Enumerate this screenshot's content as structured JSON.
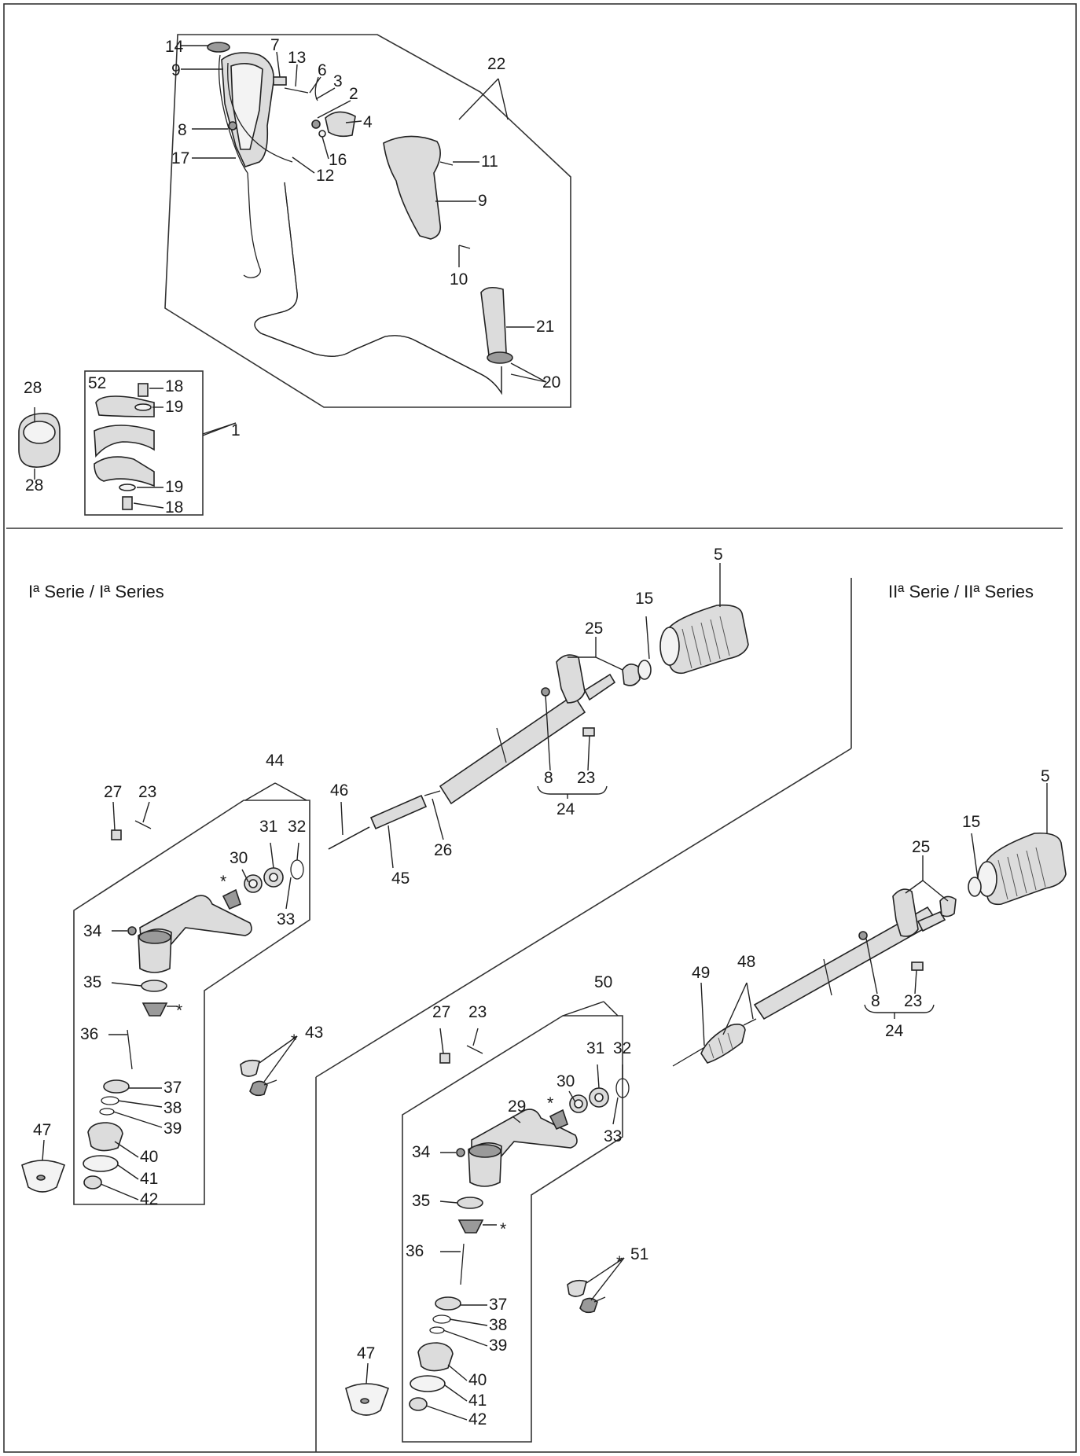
{
  "series": {
    "first": "Iª Serie / Iª Series",
    "second": "IIª Serie / IIª Series"
  },
  "callouts": [
    {
      "id": "c14a",
      "text": "14"
    },
    {
      "id": "c9a",
      "text": "9"
    },
    {
      "id": "c7",
      "text": "7"
    },
    {
      "id": "c13",
      "text": "13"
    },
    {
      "id": "c6",
      "text": "6"
    },
    {
      "id": "c3",
      "text": "3"
    },
    {
      "id": "c2",
      "text": "2"
    },
    {
      "id": "c22",
      "text": "22"
    },
    {
      "id": "c4",
      "text": "4"
    },
    {
      "id": "c8a",
      "text": "8"
    },
    {
      "id": "c17",
      "text": "17"
    },
    {
      "id": "c16",
      "text": "16"
    },
    {
      "id": "c12",
      "text": "12"
    },
    {
      "id": "c11",
      "text": "11"
    },
    {
      "id": "c9b",
      "text": "9"
    },
    {
      "id": "c10",
      "text": "10"
    },
    {
      "id": "c21",
      "text": "21"
    },
    {
      "id": "c20",
      "text": "20"
    },
    {
      "id": "c28a",
      "text": "28"
    },
    {
      "id": "c28b",
      "text": "28"
    },
    {
      "id": "c52",
      "text": "52"
    },
    {
      "id": "c18a",
      "text": "18"
    },
    {
      "id": "c19a",
      "text": "19"
    },
    {
      "id": "c1",
      "text": "1"
    },
    {
      "id": "c19b",
      "text": "19"
    },
    {
      "id": "c18b",
      "text": "18"
    },
    {
      "id": "c5a",
      "text": "5"
    },
    {
      "id": "c15a",
      "text": "15"
    },
    {
      "id": "c25a",
      "text": "25"
    },
    {
      "id": "c8b",
      "text": "8"
    },
    {
      "id": "c23a",
      "text": "23"
    },
    {
      "id": "c24a",
      "text": "24"
    },
    {
      "id": "c44",
      "text": "44"
    },
    {
      "id": "c27a",
      "text": "27"
    },
    {
      "id": "c23b",
      "text": "23"
    },
    {
      "id": "c46",
      "text": "46"
    },
    {
      "id": "c45",
      "text": "45"
    },
    {
      "id": "c26",
      "text": "26"
    },
    {
      "id": "c31a",
      "text": "31"
    },
    {
      "id": "c32a",
      "text": "32"
    },
    {
      "id": "c30a",
      "text": "30"
    },
    {
      "id": "cstar1",
      "text": "*"
    },
    {
      "id": "c33a",
      "text": "33"
    },
    {
      "id": "c34a",
      "text": "34"
    },
    {
      "id": "c35a",
      "text": "35"
    },
    {
      "id": "cstar2",
      "text": "*"
    },
    {
      "id": "c36a",
      "text": "36"
    },
    {
      "id": "cstar3",
      "text": "*"
    },
    {
      "id": "c43",
      "text": "43"
    },
    {
      "id": "c37a",
      "text": "37"
    },
    {
      "id": "c38a",
      "text": "38"
    },
    {
      "id": "c39a",
      "text": "39"
    },
    {
      "id": "c47a",
      "text": "47"
    },
    {
      "id": "c40a",
      "text": "40"
    },
    {
      "id": "c41a",
      "text": "41"
    },
    {
      "id": "c42a",
      "text": "42"
    },
    {
      "id": "c5b",
      "text": "5"
    },
    {
      "id": "c15b",
      "text": "15"
    },
    {
      "id": "c25b",
      "text": "25"
    },
    {
      "id": "c49",
      "text": "49"
    },
    {
      "id": "c48",
      "text": "48"
    },
    {
      "id": "c8c",
      "text": "8"
    },
    {
      "id": "c23c",
      "text": "23"
    },
    {
      "id": "c24b",
      "text": "24"
    },
    {
      "id": "c50",
      "text": "50"
    },
    {
      "id": "c27b",
      "text": "27"
    },
    {
      "id": "c23d",
      "text": "23"
    },
    {
      "id": "c31b",
      "text": "31"
    },
    {
      "id": "c32b",
      "text": "32"
    },
    {
      "id": "c30b",
      "text": "30"
    },
    {
      "id": "cstar4",
      "text": "*"
    },
    {
      "id": "c29",
      "text": "29"
    },
    {
      "id": "c33b",
      "text": "33"
    },
    {
      "id": "c34b",
      "text": "34"
    },
    {
      "id": "c35b",
      "text": "35"
    },
    {
      "id": "cstar5",
      "text": "*"
    },
    {
      "id": "c36b",
      "text": "36"
    },
    {
      "id": "cstar6",
      "text": "*"
    },
    {
      "id": "c51",
      "text": "51"
    },
    {
      "id": "c37b",
      "text": "37"
    },
    {
      "id": "c38b",
      "text": "38"
    },
    {
      "id": "c39b",
      "text": "39"
    },
    {
      "id": "c47b",
      "text": "47"
    },
    {
      "id": "c40b",
      "text": "40"
    },
    {
      "id": "c41b",
      "text": "41"
    },
    {
      "id": "c42b",
      "text": "42"
    }
  ]
}
